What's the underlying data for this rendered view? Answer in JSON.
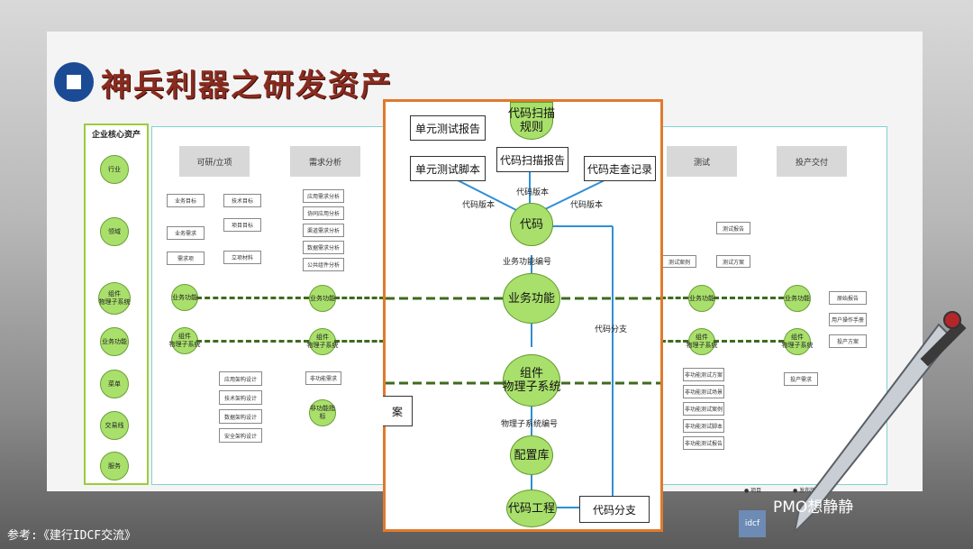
{
  "title": "神兵利器之研发资产",
  "lane": {
    "title": "企业核心资产",
    "nodes": [
      "行业",
      "领域",
      "组件\n物理子系统",
      "业务功能",
      "菜单",
      "交易线",
      "服务"
    ]
  },
  "headers": {
    "feasibility": "可研/立项",
    "requirements": "需求分析",
    "test": "测试",
    "delivery": "投产交付"
  },
  "zoom": {
    "unit_test_report": "单元测试报告",
    "unit_test_script": "单元测试脚本",
    "code_scan_rule": "代码扫描\n规则",
    "code_scan_report": "代码扫描报告",
    "code_review_record": "代码走查记录",
    "code": "代码",
    "business_function": "业务功能",
    "component": "组件\n物理子系统",
    "config_repo": "配置库",
    "code_project": "代码工程",
    "code_branch": "代码分支",
    "label_code_version_1": "代码版本",
    "label_code_version_2": "代码版本",
    "label_code_version_3": "代码版本",
    "label_biz_func_no": "业务功能编号",
    "label_subsystem_no": "物理子系统编号",
    "label_code_branch": "代码分支",
    "partial_box": "案"
  },
  "feas_boxes": [
    "业务目标",
    "业务需求",
    "需求项",
    "技术目标",
    "项目目标",
    "立项材料",
    "应用架构设计",
    "技术架构设计",
    "数据架构设计",
    "安全架构设计"
  ],
  "req_boxes": [
    "应用需求分析",
    "协同应用分析",
    "渠道需求分析",
    "数据需求分析",
    "公共组件分析",
    "非功能需求",
    "非功能指标"
  ],
  "test_boxes": [
    "测试报告",
    "测试方案",
    "测试案例",
    "非功能测试方案",
    "非功能测试场景",
    "非功能测试案例",
    "非功能测试脚本",
    "非功能测试报告"
  ],
  "delivery_boxes": [
    "原始报告",
    "用户操作手册",
    "投产方案",
    "投产需求"
  ],
  "feas_nodes": [
    "业务功能",
    "组件\n物理子系统"
  ],
  "req_nodes": [
    "业务功能",
    "组件\n物理子系统",
    "非功能指标"
  ],
  "test_nodes": [
    "业务功能",
    "组件\n物理子系统"
  ],
  "delivery_nodes": [
    "业务功能",
    "组件\n物理子系统"
  ],
  "legend": [
    "项目",
    "发布版本"
  ],
  "reference": "参考:《建行IDCF交流》",
  "watermark": "PMO想静静",
  "idcf_logo": "idcf",
  "colors": {
    "node_fill": "#a9e06c",
    "zoom_border": "#e07a2d",
    "title": "#8a2b1f",
    "logo": "#1c4b96"
  }
}
